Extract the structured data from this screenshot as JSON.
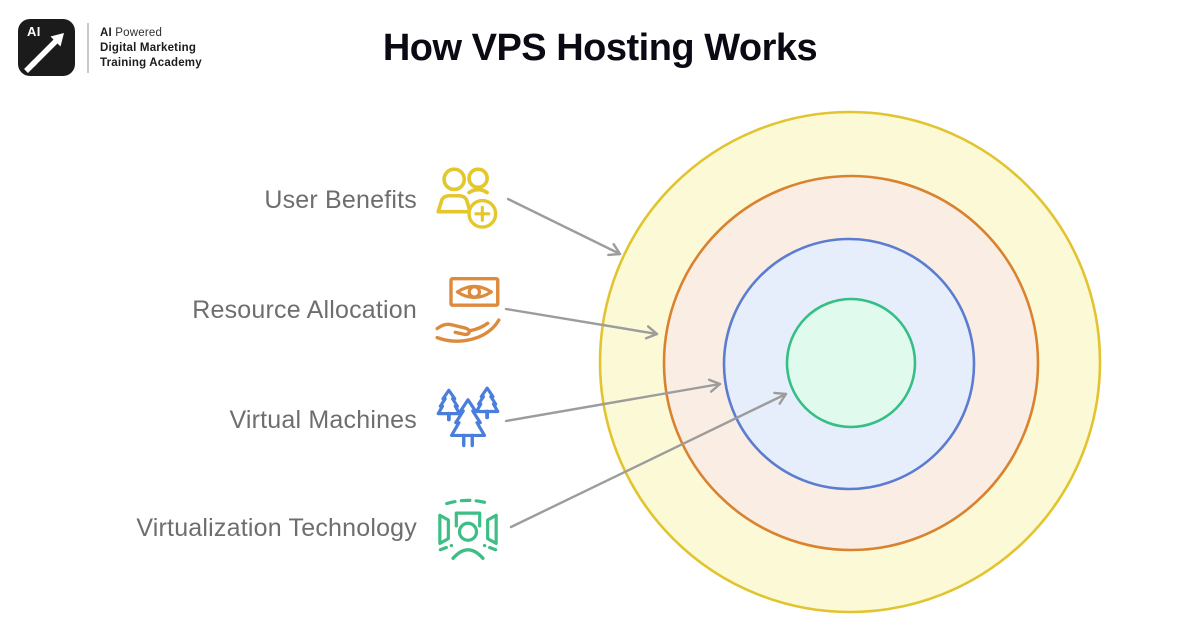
{
  "page": {
    "background": "#ffffff",
    "title_color": "#0a0a14"
  },
  "header": {
    "title": "How VPS Hosting Works",
    "logo": {
      "badge_text": "AI",
      "badge_bg": "#1b1b1b",
      "tagline_bold": "AI",
      "tagline_rest": " Powered",
      "line2": "Digital Marketing",
      "line3": "Training Academy"
    }
  },
  "diagram": {
    "arrow_color": "#9c9c9c",
    "label_color": "#6e6e6e",
    "layers": [
      {
        "label": "User Benefits",
        "icon": "user-plus-icon",
        "icon_color": "#e3c72b",
        "ring_stroke": "#e2c430",
        "ring_fill": "#fcfad6"
      },
      {
        "label": "Resource Allocation",
        "icon": "money-hand-icon",
        "icon_color": "#dd8a3c",
        "ring_stroke": "#d9822f",
        "ring_fill": "#faede3"
      },
      {
        "label": "Virtual Machines",
        "icon": "pine-trees-icon",
        "icon_color": "#4a7edc",
        "ring_stroke": "#5b7cd0",
        "ring_fill": "#e7eefb"
      },
      {
        "label": "Virtualization Technology",
        "icon": "immersive-user-icon",
        "icon_color": "#3dbe85",
        "ring_stroke": "#35be85",
        "ring_fill": "#e0fbee"
      }
    ]
  }
}
